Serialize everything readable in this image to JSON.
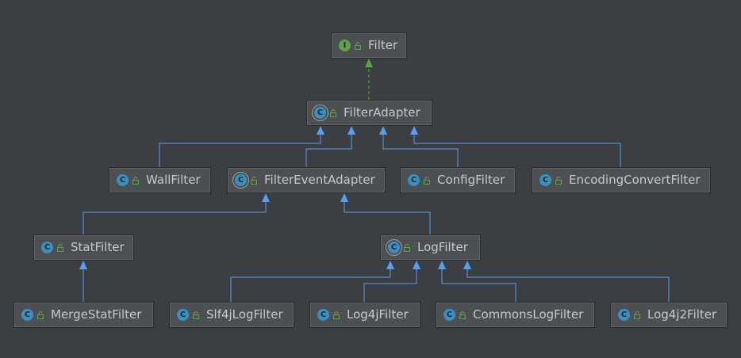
{
  "colors": {
    "background": "#3c3f41",
    "node_fill": "#4c5052",
    "node_text": "#c8c8c8",
    "extends_edge": "#589df6",
    "implements_edge": "#62a14b",
    "class_badge": "#3c8fc1",
    "interface_badge": "#62a14b",
    "lock_icon": "#62a14b"
  },
  "nodes": {
    "filter": {
      "label": "Filter",
      "badge": "I",
      "kind": "interface"
    },
    "filter_adapter": {
      "label": "FilterAdapter",
      "badge": "C",
      "kind": "abstract"
    },
    "wall_filter": {
      "label": "WallFilter",
      "badge": "C",
      "kind": "class"
    },
    "filter_event_adapter": {
      "label": "FilterEventAdapter",
      "badge": "C",
      "kind": "abstract"
    },
    "config_filter": {
      "label": "ConfigFilter",
      "badge": "C",
      "kind": "class"
    },
    "encoding_convert_filter": {
      "label": "EncodingConvertFilter",
      "badge": "C",
      "kind": "class"
    },
    "stat_filter": {
      "label": "StatFilter",
      "badge": "C",
      "kind": "class"
    },
    "log_filter": {
      "label": "LogFilter",
      "badge": "C",
      "kind": "abstract"
    },
    "merge_stat_filter": {
      "label": "MergeStatFilter",
      "badge": "C",
      "kind": "class"
    },
    "slf4j_log_filter": {
      "label": "Slf4jLogFilter",
      "badge": "C",
      "kind": "class"
    },
    "log4j_filter": {
      "label": "Log4jFilter",
      "badge": "C",
      "kind": "class"
    },
    "commons_log_filter": {
      "label": "CommonsLogFilter",
      "badge": "C",
      "kind": "class"
    },
    "log4j2_filter": {
      "label": "Log4j2Filter",
      "badge": "C",
      "kind": "class"
    }
  },
  "edges": [
    {
      "from": "filter_adapter",
      "to": "filter",
      "type": "implements"
    },
    {
      "from": "wall_filter",
      "to": "filter_adapter",
      "type": "extends"
    },
    {
      "from": "filter_event_adapter",
      "to": "filter_adapter",
      "type": "extends"
    },
    {
      "from": "config_filter",
      "to": "filter_adapter",
      "type": "extends"
    },
    {
      "from": "encoding_convert_filter",
      "to": "filter_adapter",
      "type": "extends"
    },
    {
      "from": "stat_filter",
      "to": "filter_event_adapter",
      "type": "extends"
    },
    {
      "from": "log_filter",
      "to": "filter_event_adapter",
      "type": "extends"
    },
    {
      "from": "merge_stat_filter",
      "to": "stat_filter",
      "type": "extends"
    },
    {
      "from": "slf4j_log_filter",
      "to": "log_filter",
      "type": "extends"
    },
    {
      "from": "log4j_filter",
      "to": "log_filter",
      "type": "extends"
    },
    {
      "from": "commons_log_filter",
      "to": "log_filter",
      "type": "extends"
    },
    {
      "from": "log4j2_filter",
      "to": "log_filter",
      "type": "extends"
    }
  ]
}
